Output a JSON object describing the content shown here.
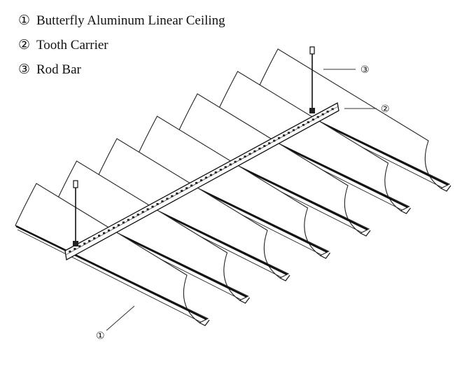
{
  "legend": [
    {
      "num": "①",
      "label": "Butterfly Aluminum Linear Ceiling"
    },
    {
      "num": "②",
      "label": "Tooth Carrier"
    },
    {
      "num": "③",
      "label": "Rod Bar"
    }
  ],
  "callouts": {
    "rod": "③",
    "carrier": "②",
    "panel": "①"
  },
  "panel_count": 7
}
